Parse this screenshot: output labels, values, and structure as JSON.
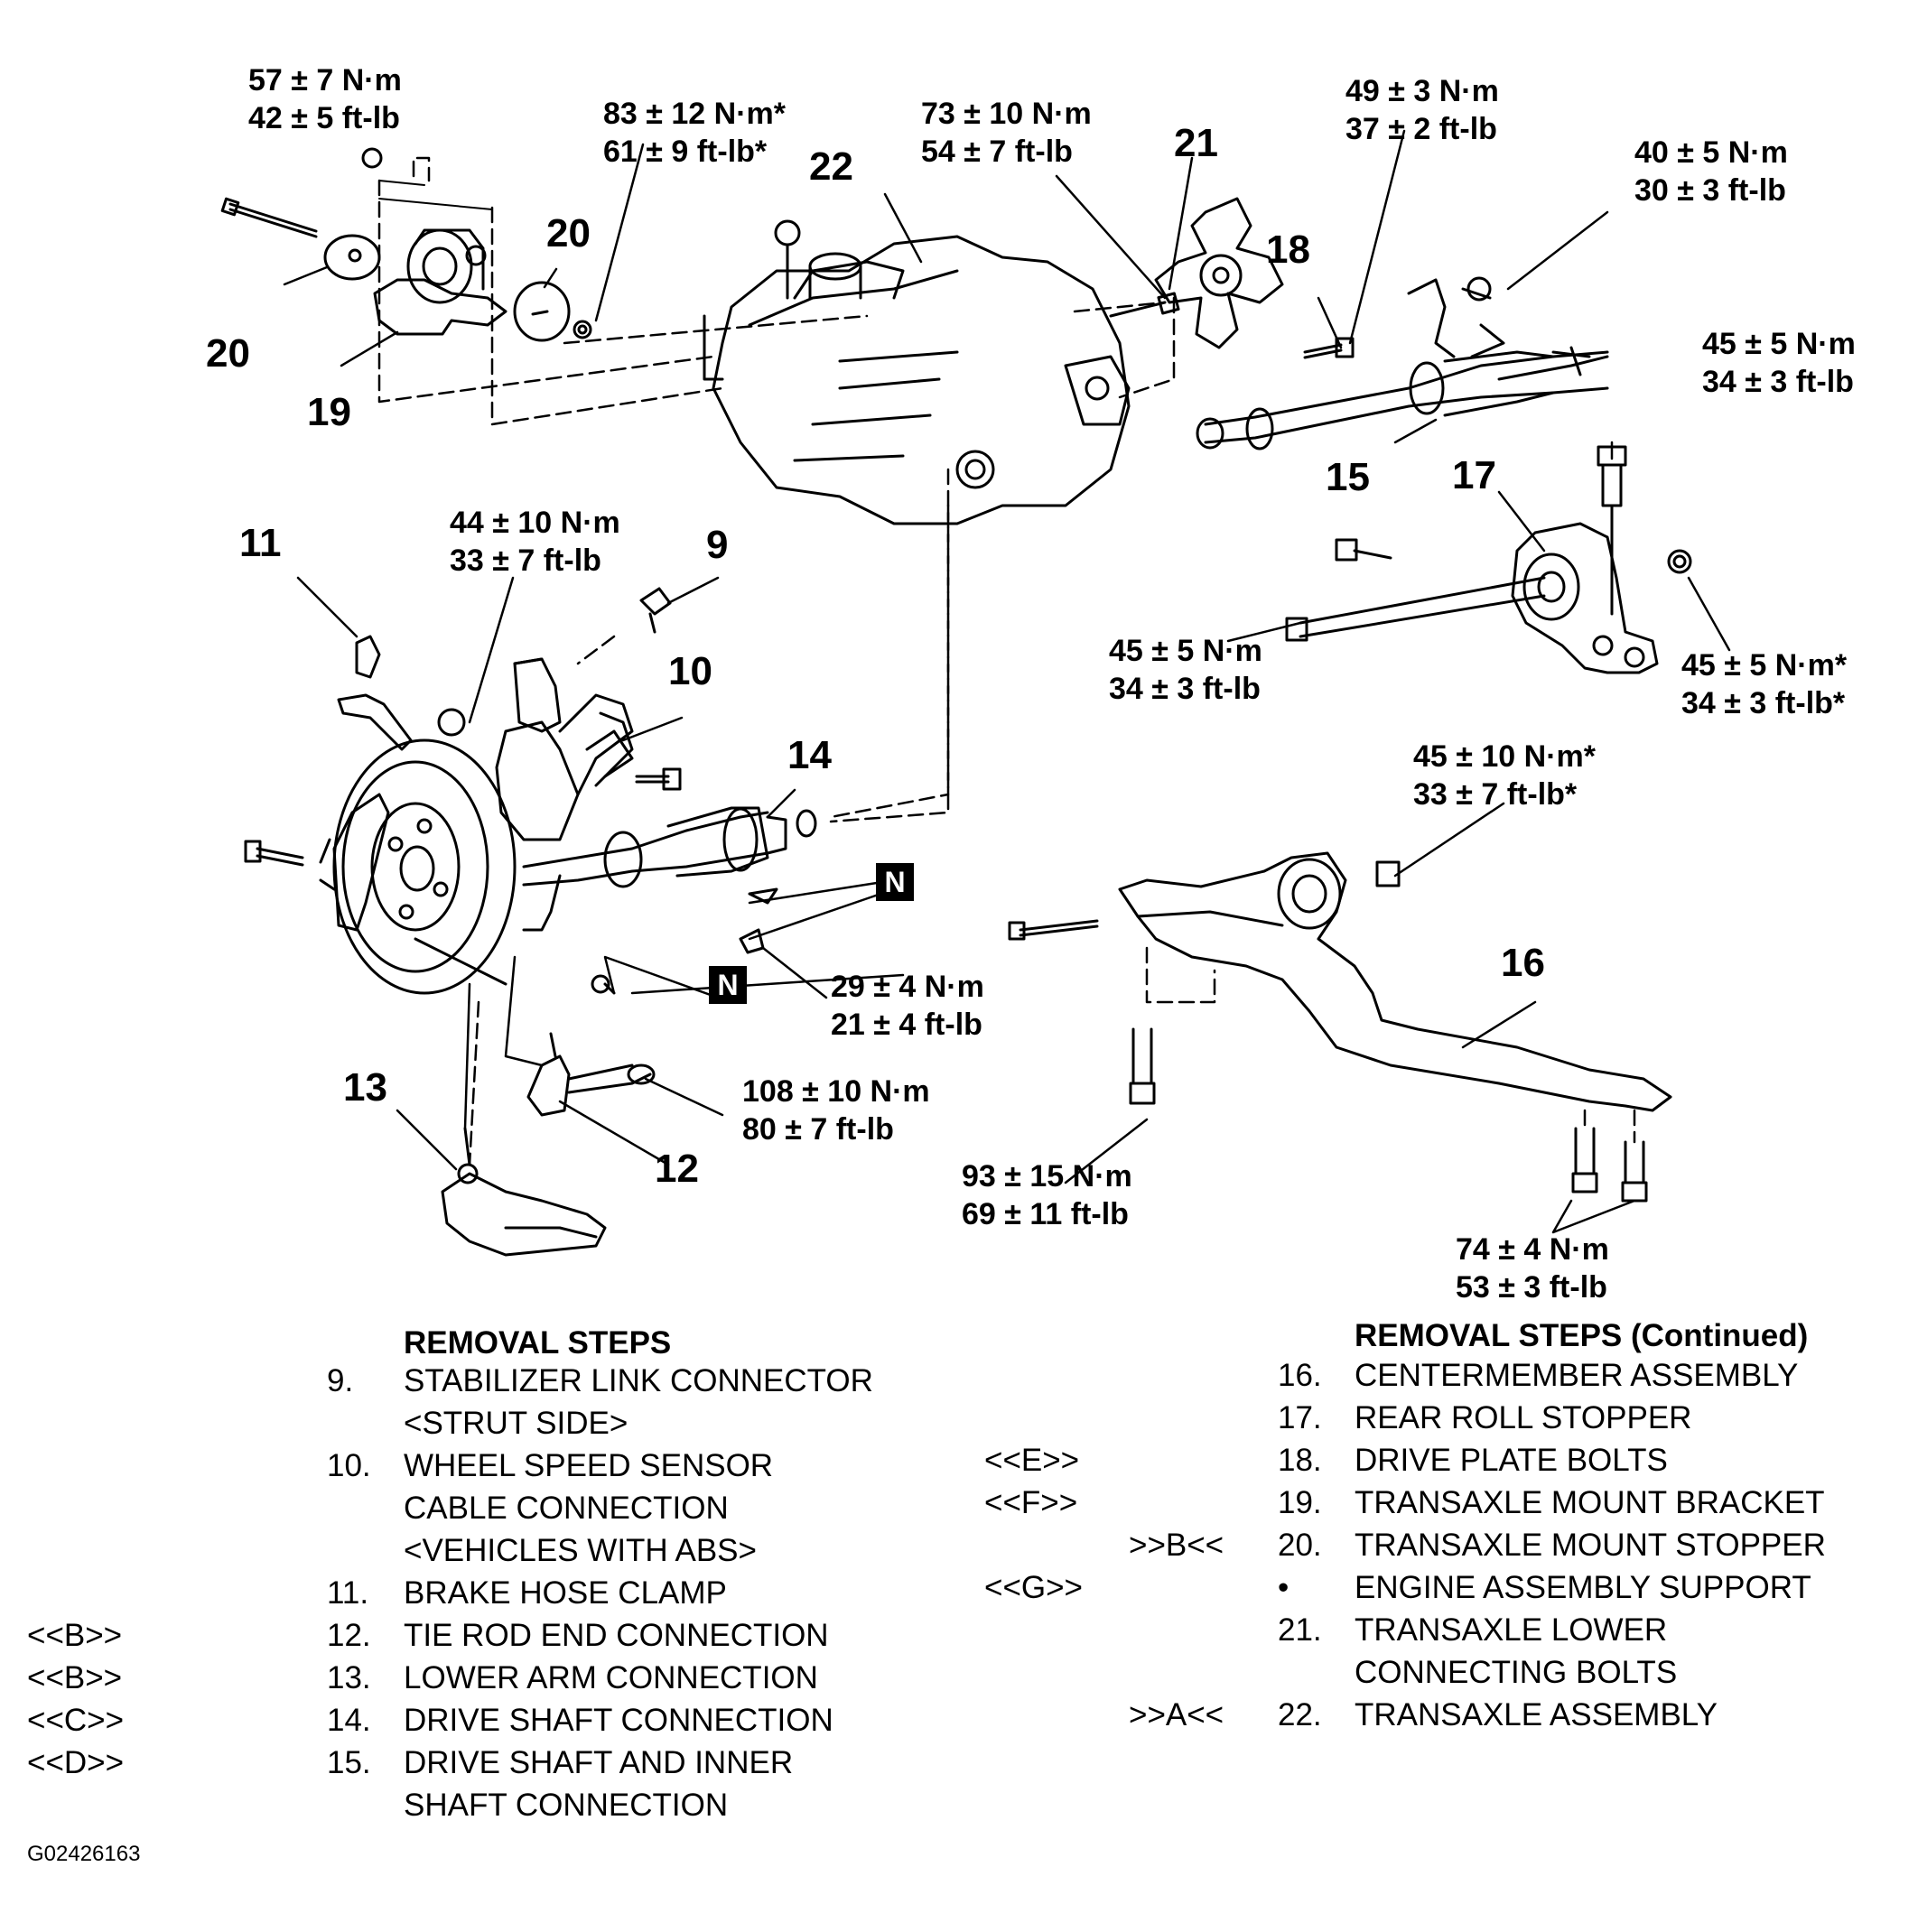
{
  "torque_labels": [
    {
      "nm": "57 ± 7 N·m",
      "ftlb": "42 ± 5 ft-lb"
    },
    {
      "nm": "83 ± 12 N·m*",
      "ftlb": "61 ± 9 ft-lb*"
    },
    {
      "nm": "73 ± 10 N·m",
      "ftlb": "54 ± 7 ft-lb"
    },
    {
      "nm": "49 ± 3 N·m",
      "ftlb": "37 ± 2 ft-lb"
    },
    {
      "nm": "40 ± 5 N·m",
      "ftlb": "30 ± 3 ft-lb"
    },
    {
      "nm": "45 ± 5 N·m",
      "ftlb": "34 ± 3 ft-lb"
    },
    {
      "nm": "44 ± 10 N·m",
      "ftlb": "33 ± 7 ft-lb"
    },
    {
      "nm": "45 ± 5 N·m",
      "ftlb": "34 ± 3 ft-lb"
    },
    {
      "nm": "45 ± 5 N·m*",
      "ftlb": "34 ± 3 ft-lb*"
    },
    {
      "nm": "45 ± 10 N·m*",
      "ftlb": "33 ± 7 ft-lb*"
    },
    {
      "nm": "29 ± 4 N·m",
      "ftlb": "21 ± 4 ft-lb"
    },
    {
      "nm": "108 ± 10 N·m",
      "ftlb": "80 ± 7 ft-lb"
    },
    {
      "nm": "93 ± 15 N·m",
      "ftlb": "69 ± 11 ft-lb"
    },
    {
      "nm": "74 ± 4 N·m",
      "ftlb": "53 ± 3 ft-lb"
    }
  ],
  "callouts": [
    "20",
    "20",
    "19",
    "22",
    "21",
    "18",
    "15",
    "17",
    "11",
    "9",
    "10",
    "14",
    "16",
    "13",
    "12"
  ],
  "n_marker": "N",
  "steps_left": {
    "title": "REMOVAL STEPS",
    "rows": [
      {
        "code": "",
        "num": "9.",
        "text": "STABILIZER LINK CONNECTOR"
      },
      {
        "code": "",
        "num": "",
        "text": "<STRUT SIDE>"
      },
      {
        "code": "",
        "num": "10.",
        "text": "WHEEL SPEED SENSOR"
      },
      {
        "code": "",
        "num": "",
        "text": "CABLE CONNECTION"
      },
      {
        "code": "",
        "num": "",
        "text": "<VEHICLES WITH ABS>"
      },
      {
        "code": "",
        "num": "11.",
        "text": "BRAKE HOSE CLAMP"
      },
      {
        "code": "<<B>>",
        "num": "12.",
        "text": "TIE ROD END CONNECTION"
      },
      {
        "code": "<<B>>",
        "num": "13.",
        "text": "LOWER ARM CONNECTION"
      },
      {
        "code": "<<C>>",
        "num": "14.",
        "text": "DRIVE SHAFT CONNECTION"
      },
      {
        "code": "<<D>>",
        "num": "15.",
        "text": "DRIVE SHAFT AND INNER"
      },
      {
        "code": "",
        "num": "",
        "text": "SHAFT CONNECTION"
      }
    ]
  },
  "steps_right": {
    "title": "REMOVAL STEPS (Continued)",
    "rows": [
      {
        "rem": "",
        "inst": "",
        "num": "16.",
        "text": "CENTERMEMBER ASSEMBLY"
      },
      {
        "rem": "",
        "inst": "",
        "num": "17.",
        "text": "REAR ROLL STOPPER"
      },
      {
        "rem": "<<E>>",
        "inst": "",
        "num": "18.",
        "text": "DRIVE PLATE BOLTS"
      },
      {
        "rem": "<<F>>",
        "inst": "",
        "num": "19.",
        "text": "TRANSAXLE MOUNT BRACKET"
      },
      {
        "rem": "",
        "inst": ">>B<<",
        "num": "20.",
        "text": "TRANSAXLE MOUNT STOPPER"
      },
      {
        "rem": "<<G>>",
        "inst": "",
        "num": "•",
        "text": "ENGINE ASSEMBLY SUPPORT"
      },
      {
        "rem": "",
        "inst": "",
        "num": "21.",
        "text": "TRANSAXLE LOWER"
      },
      {
        "rem": "",
        "inst": "",
        "num": "",
        "text": "CONNECTING BOLTS"
      },
      {
        "rem": "",
        "inst": ">>A<<",
        "num": "22.",
        "text": "TRANSAXLE ASSEMBLY"
      }
    ]
  },
  "figure_id": "G02426163"
}
